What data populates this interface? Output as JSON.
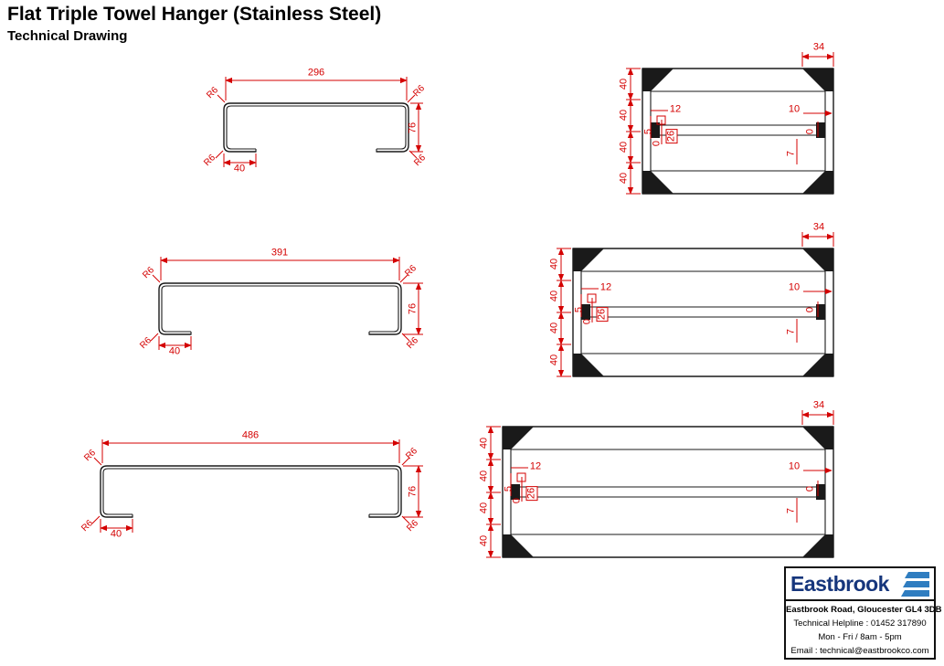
{
  "header": {
    "title": "Flat Triple Towel Hanger (Stainless Steel)",
    "subtitle": "Technical Drawing"
  },
  "colors": {
    "line": "#1a1a1a",
    "dimension": "#d40000",
    "brand_navy": "#16367c",
    "brand_blue": "#2f7dc0"
  },
  "profiles": [
    {
      "view": "side-profile-small",
      "width": "296",
      "height": "76",
      "foot": "40",
      "radius": "R6"
    },
    {
      "view": "side-profile-medium",
      "width": "391",
      "height": "76",
      "foot": "40",
      "radius": "R6"
    },
    {
      "view": "side-profile-large",
      "width": "486",
      "height": "76",
      "foot": "40",
      "radius": "R6"
    }
  ],
  "front_views": [
    {
      "view": "front-small",
      "end_width": "34",
      "spacings": [
        "40",
        "40",
        "40",
        "40"
      ],
      "dim_12": "12",
      "dim_5": "5",
      "dim_0": "0",
      "dim_26": "26",
      "dim_10": "10",
      "dim_0b": "0",
      "dim_7": "7"
    },
    {
      "view": "front-medium",
      "end_width": "34",
      "spacings": [
        "40",
        "40",
        "40",
        "40"
      ],
      "dim_12": "12",
      "dim_5": "5",
      "dim_0": "0",
      "dim_26": "26",
      "dim_10": "10",
      "dim_0b": "0",
      "dim_7": "7"
    },
    {
      "view": "front-large",
      "end_width": "34",
      "spacings": [
        "40",
        "40",
        "40",
        "40"
      ],
      "dim_12": "12",
      "dim_5": "5",
      "dim_0": "0",
      "dim_26": "26",
      "dim_10": "10",
      "dim_0b": "0",
      "dim_7": "7"
    }
  ],
  "info_box": {
    "brand": "Eastbrook",
    "address": "Eastbrook Road, Gloucester GL4 3DB",
    "helpline": "Technical Helpline : 01452 317890",
    "hours": "Mon - Fri / 8am - 5pm",
    "email": "Email : technical@eastbrookco.com"
  }
}
